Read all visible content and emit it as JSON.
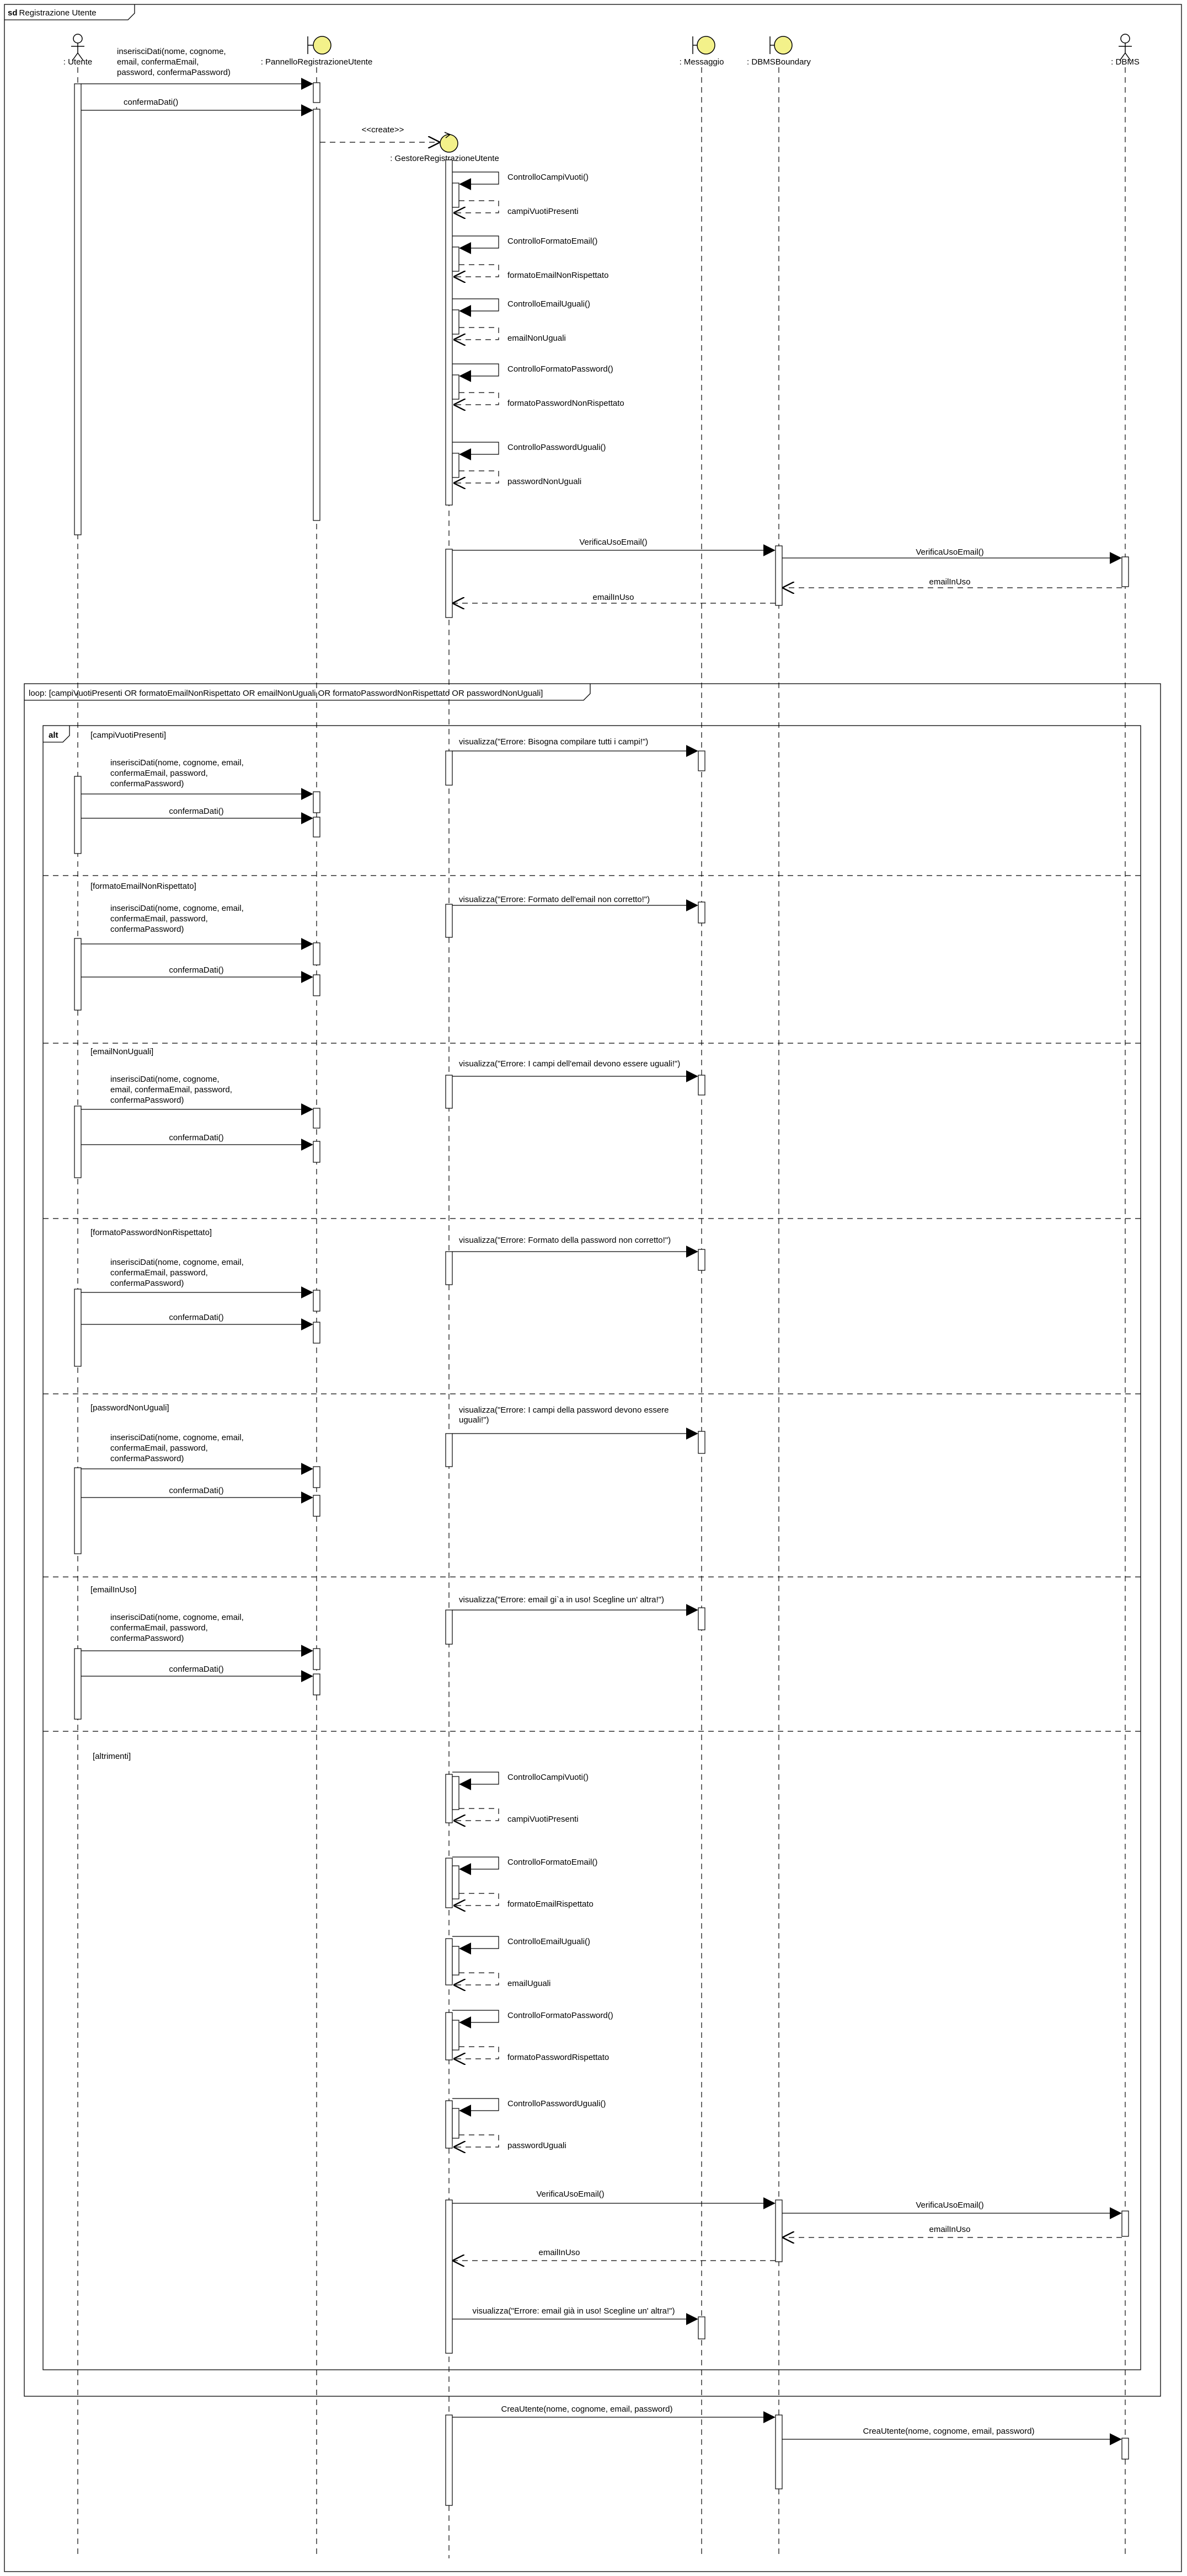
{
  "frame": {
    "kind": "sd",
    "title": "Registrazione Utente"
  },
  "participants": [
    {
      "id": "utente",
      "label": ": Utente",
      "kind": "actor"
    },
    {
      "id": "pannello",
      "label": ": PannelloRegistrazioneUtente",
      "kind": "boundary"
    },
    {
      "id": "gestore",
      "label": ": GestoreRegistrazioneUtente",
      "kind": "control"
    },
    {
      "id": "messaggio",
      "label": ": Messaggio",
      "kind": "boundary"
    },
    {
      "id": "dbmsb",
      "label": ": DBMSBoundary",
      "kind": "boundary"
    },
    {
      "id": "dbms",
      "label": ": DBMS",
      "kind": "actor"
    }
  ],
  "create_label": "<<create>>",
  "top_messages": [
    {
      "lines": [
        "inserisciDati(nome, cognome,",
        "email, confermaEmail,",
        "password, confermaPassword)"
      ]
    },
    {
      "lines": [
        "confermaDati()"
      ]
    }
  ],
  "self_checks_initial": [
    {
      "call": "ControlloCampiVuoti()",
      "ret": "campiVuotiPresenti"
    },
    {
      "call": "ControlloFormatoEmail()",
      "ret": "formatoEmailNonRispettato"
    },
    {
      "call": "ControlloEmailUguali()",
      "ret": "emailNonUguali"
    },
    {
      "call": "ControlloFormatoPassword()",
      "ret": "formatoPasswordNonRispettato"
    },
    {
      "call": "ControlloPasswordUguali()",
      "ret": "passwordNonUguali"
    }
  ],
  "verify_first": {
    "call": "VerificaUsoEmail()",
    "call2": "VerificaUsoEmail()",
    "ret2": "emailInUso",
    "ret": "emailInUso"
  },
  "loop": {
    "label": "loop",
    "guard": "[campiVuotiPresenti OR formatoEmailNonRispettato OR emailNonUguali OR formatoPasswordNonRispettato OR passwordNonUguali]"
  },
  "alt": {
    "label": "alt",
    "sections": [
      {
        "guard": "[campiVuotiPresenti]",
        "msg": [
          "visualizza(\"Errore: Bisogna compilare tutti i campi!\")"
        ],
        "input": [
          "inserisciDati(nome, cognome, email,",
          "confermaEmail, password,",
          "confermaPassword)"
        ],
        "confirm": "confermaDati()"
      },
      {
        "guard": "[formatoEmailNonRispettato]",
        "msg": [
          "visualizza(\"Errore: Formato dell'email non corretto!\")"
        ],
        "input": [
          "inserisciDati(nome, cognome, email,",
          "confermaEmail, password,",
          "confermaPassword)"
        ],
        "confirm": "confermaDati()"
      },
      {
        "guard": "[emailNonUguali]",
        "msg": [
          "visualizza(\"Errore: I campi dell'email devono essere uguali!\")"
        ],
        "input": [
          "inserisciDati(nome, cognome,",
          "email, confermaEmail, password,",
          "confermaPassword)"
        ],
        "confirm": "confermaDati()"
      },
      {
        "guard": "[formatoPasswordNonRispettato]",
        "msg": [
          "visualizza(\"Errore: Formato della password non corretto!\")"
        ],
        "input": [
          "inserisciDati(nome, cognome, email,",
          "confermaEmail, password,",
          "confermaPassword)"
        ],
        "confirm": "confermaDati()"
      },
      {
        "guard": "[passwordNonUguali]",
        "msg": [
          "visualizza(\"Errore: I campi della password devono essere",
          "uguali!\")"
        ],
        "input": [
          "inserisciDati(nome, cognome, email,",
          "confermaEmail, password,",
          "confermaPassword)"
        ],
        "confirm": "confermaDati()"
      },
      {
        "guard": "[emailInUso]",
        "msg": [
          "visualizza(\"Errore: email gi`a in uso! Scegline un' altra!\")"
        ],
        "input": [
          "inserisciDati(nome, cognome, email,",
          "confermaEmail, password,",
          "confermaPassword)"
        ],
        "confirm": "confermaDati()"
      }
    ],
    "else": {
      "guard": "[altrimenti]",
      "self_checks": [
        {
          "call": "ControlloCampiVuoti()",
          "ret": "campiVuotiPresenti"
        },
        {
          "call": "ControlloFormatoEmail()",
          "ret": "formatoEmailRispettato"
        },
        {
          "call": "ControlloEmailUguali()",
          "ret": "emailUguali"
        },
        {
          "call": "ControlloFormatoPassword()",
          "ret": "formatoPasswordRispettato"
        },
        {
          "call": "ControlloPasswordUguali()",
          "ret": "passwordUguali"
        }
      ],
      "verify": {
        "call": "VerificaUsoEmail()",
        "call2": "VerificaUsoEmail()",
        "ret2": "emailInUso",
        "ret": "emailInUso"
      },
      "msg": "visualizza(\"Errore: email già in uso! Sceglinе un' altra!\")"
    }
  },
  "final": {
    "call": "CreaUtente(nome, cognome, email, password)",
    "call2": "CreaUtente(nome, cognome, email, password)"
  }
}
